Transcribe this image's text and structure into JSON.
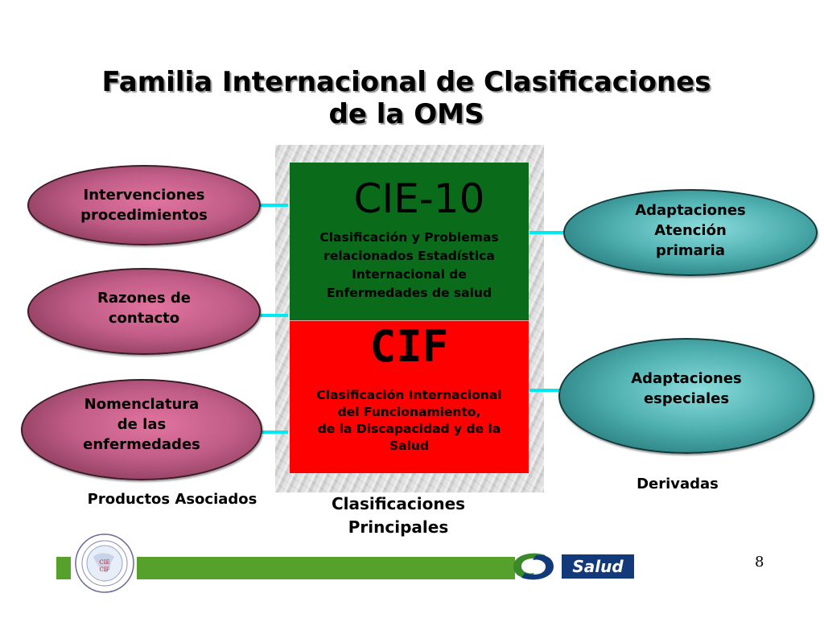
{
  "title": {
    "line1": "Familia Internacional de Clasificaciones",
    "line2": "de la OMS"
  },
  "center": {
    "cie": {
      "title": "CIE-10",
      "desc_lines": [
        "Clasificación y Problemas",
        "relacionados Estadística",
        "Internacional de",
        "Enfermedades de salud"
      ]
    },
    "cif": {
      "title": "CIF",
      "desc_lines": [
        "Clasificación Internacional",
        "del Funcionamiento,",
        "de la Discapacidad y de la",
        "Salud"
      ]
    },
    "label_line1": "Clasificaciones",
    "label_line2": "Principales"
  },
  "left": {
    "items": [
      {
        "line1": "Intervenciones",
        "line2": "procedimientos",
        "line3": ""
      },
      {
        "line1": "Razones de",
        "line2": "contacto",
        "line3": ""
      },
      {
        "line1": "Nomenclatura",
        "line2": "de las",
        "line3": "enfermedades"
      }
    ],
    "label": "Productos Asociados"
  },
  "right": {
    "items": [
      {
        "line1": "Adaptaciones",
        "line2": "Atención",
        "line3": "primaria"
      },
      {
        "line1": "Adaptaciones",
        "line2": "especiales",
        "line3": ""
      }
    ],
    "label": "Derivadas"
  },
  "footer": {
    "page_number": "8",
    "brand": "Salud",
    "logo_text": "CIE CIF",
    "colors": {
      "bar": "#56a02c",
      "brand_box": "#123a7a"
    }
  },
  "colors": {
    "cie_box": "#0a6b1b",
    "cif_box": "#ff0000",
    "connector": "#00e8f0",
    "left_ellipse": "#c05d87",
    "right_ellipse": "#4fb0b0"
  }
}
